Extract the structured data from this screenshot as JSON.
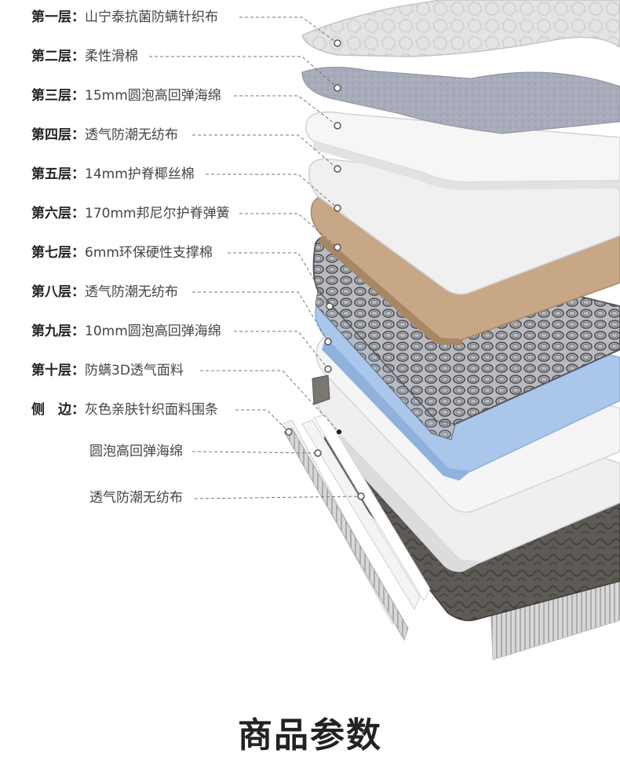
{
  "layers": [
    {
      "title": "第一层：",
      "desc": "山宁泰抗菌防螨针织布"
    },
    {
      "title": "第二层：",
      "desc": "柔性滑棉"
    },
    {
      "title": "第三层：",
      "desc": "15mm圆泡高回弹海绵"
    },
    {
      "title": "第四层：",
      "desc": "透气防潮无纺布"
    },
    {
      "title": "第五层：",
      "desc": "14mm护脊椰丝棉"
    },
    {
      "title": "第六层：",
      "desc": "170mm邦尼尔护脊弹簧"
    },
    {
      "title": "第七层：",
      "desc": "6mm环保硬性支撑棉"
    },
    {
      "title": "第八层：",
      "desc": "透气防潮无纺布"
    },
    {
      "title": "第九层：",
      "desc": "10mm圆泡高回弹海绵"
    },
    {
      "title": "第十层：",
      "desc": "防螨3D透气面料"
    }
  ],
  "side": {
    "title": "侧　边：",
    "items": [
      "灰色亲肤针织面料围条",
      "圆泡高回弹海绵",
      "透气防潮无纺布"
    ]
  },
  "footer": {
    "title": "商品参数"
  },
  "colors": {
    "knit_top": "#e6e6e6",
    "felt": "#a9adbc",
    "foam": "#f4f4f4",
    "coir": "#c8a888",
    "spring": "#6e6e70",
    "blue_foam": "#aac6ea",
    "dark_fabric": "#5b5854"
  }
}
